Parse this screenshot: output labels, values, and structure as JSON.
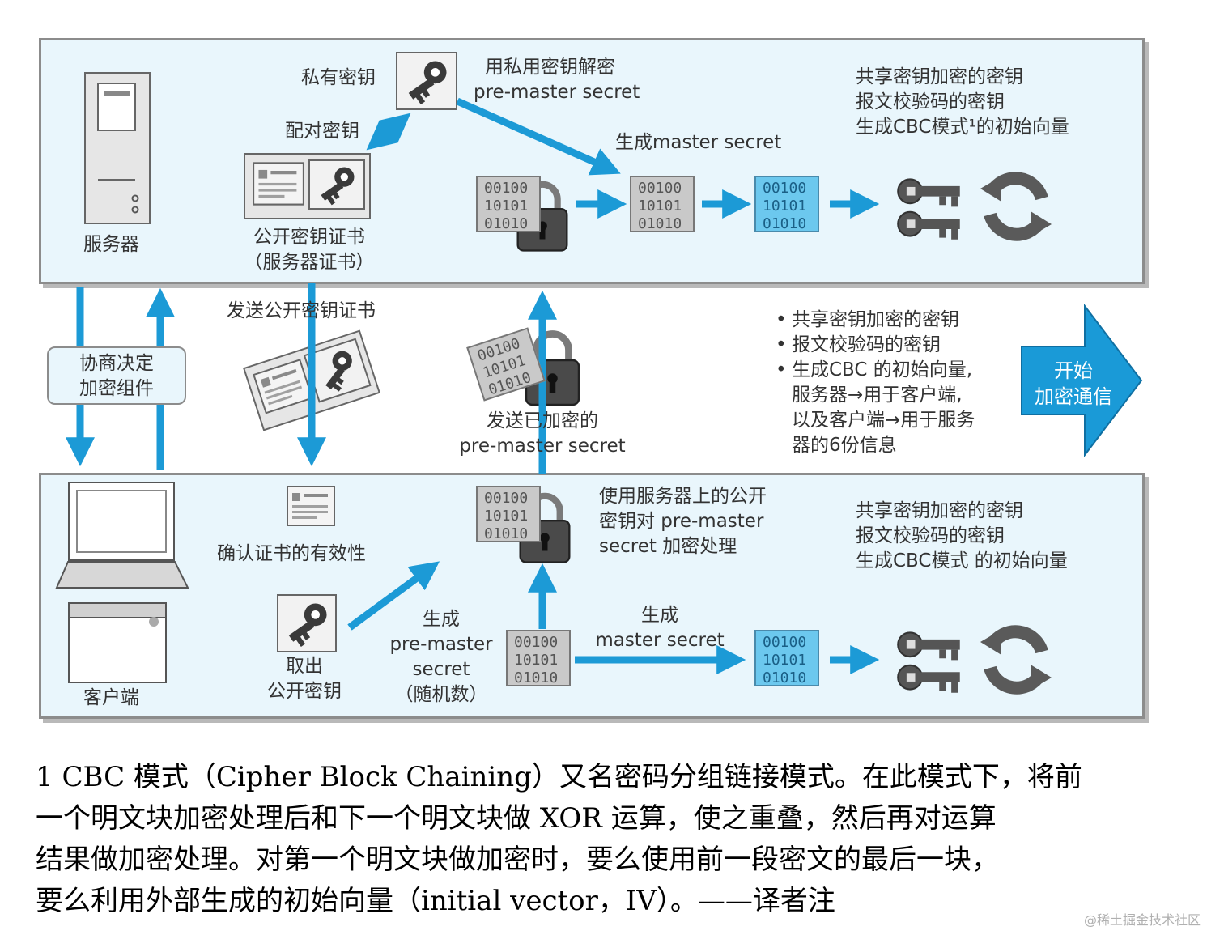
{
  "top": {
    "private_key": "私有密钥",
    "decrypt": [
      "用私用密钥解密",
      "pre-master secret"
    ],
    "pair_key": "配对密钥",
    "gen_master": "生成master secret",
    "server": "服务器",
    "cert": [
      "公开密钥证书",
      "（服务器证书）"
    ],
    "keys_info": [
      "共享密钥加密的密钥",
      "报文校验码的密钥",
      "生成CBC模式¹的初始向量"
    ],
    "bin_a": [
      "00100",
      "10101",
      "01010"
    ],
    "bin_b": [
      "00100",
      "10101",
      "01010"
    ],
    "bin_c": [
      "00100",
      "10101",
      "01010"
    ]
  },
  "middle": {
    "send_cert": "发送公开密钥证书",
    "negotiate": [
      "协商决定",
      "加密组件"
    ],
    "send_enc": [
      "发送已加密的",
      "pre-master secret"
    ],
    "bullets": [
      "共享密钥加密的密钥",
      "报文校验码的密钥",
      "生成CBC 的初始向量,"
    ],
    "bullet_cont": [
      "服务器→用于客户端,",
      "以及客户端→用于服务",
      "器的6份信息"
    ],
    "start_comm": [
      "开始",
      "加密通信"
    ],
    "bin_tilt": [
      "00100",
      "10101",
      "01010"
    ]
  },
  "bottom": {
    "client": "客户端",
    "verify": "确认证书的有效性",
    "take_key": [
      "取出",
      "公开密钥"
    ],
    "gen_premaster": [
      "生成",
      "pre-master",
      "secret",
      "（随机数）"
    ],
    "encrypt_with": [
      "使用服务器上的公开",
      "密钥对 pre-master",
      "secret 加密处理"
    ],
    "gen_master": [
      "生成",
      "master secret"
    ],
    "keys_info": [
      "共享密钥加密的密钥",
      "报文校验码的密钥",
      "生成CBC模式 的初始向量"
    ],
    "bin_a": [
      "00100",
      "10101",
      "01010"
    ],
    "bin_b": [
      "00100",
      "10101",
      "01010"
    ],
    "bin_c": [
      "00100",
      "10101",
      "01010"
    ]
  },
  "footnote": [
    "1 CBC 模式（Cipher Block Chaining）又名密码分组链接模式。在此模式下，将前",
    "一个明文块加密处理后和下一个明文块做 XOR 运算，使之重叠，然后再对运算",
    "结果做加密处理。对第一个明文块做加密时，要么使用前一段密文的最后一块，",
    "要么利用外部生成的初始向量（initial vector，IV）。——译者注"
  ],
  "watermark": "@稀土掘金技术社区",
  "colors": {
    "arrow": "#1c9ad6",
    "panel_bg": "#e9f6fc",
    "panel_border": "#8c8c8c",
    "binary_blue": "#6cc8ee",
    "start_arrow": "#1a9ad7"
  }
}
